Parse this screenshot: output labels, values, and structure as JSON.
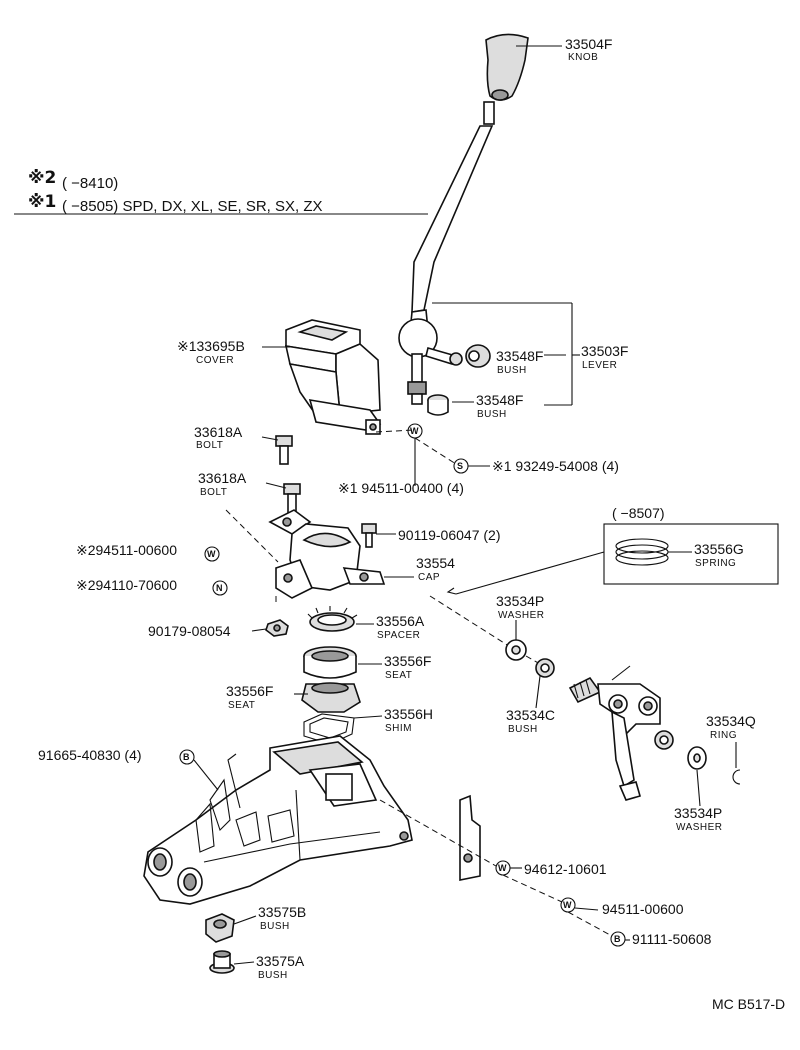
{
  "notes": {
    "note2_mark": "※2",
    "note2_range": "(        −8410)",
    "note1_mark": "※1",
    "note1_range": "(        −8505) SPD, DX, XL, SE, SR, SX, ZX"
  },
  "parts": {
    "knob": {
      "number": "33504F",
      "name": "KNOB"
    },
    "cover": {
      "number": "※133695B",
      "name": "COVER"
    },
    "bush_upper": {
      "number": "33548F",
      "name": "BUSH"
    },
    "lever": {
      "number": "33503F",
      "name": "LEVER"
    },
    "bush_lower": {
      "number": "33548F",
      "name": "BUSH"
    },
    "bolt_upper": {
      "number": "33618A",
      "name": "BOLT"
    },
    "bolt_lower": {
      "number": "33618A",
      "name": "BOLT"
    },
    "s_part": {
      "number": "※1 93249-54008 (4)",
      "symbol": "S"
    },
    "w_part_upper": {
      "number": "※1 94511-00400 (4)"
    },
    "bolt_9011906047": {
      "number": "90119-06047 (2)"
    },
    "spring_range": {
      "number": "(        −8507)"
    },
    "spring": {
      "number": "33556G",
      "name": "SPRING"
    },
    "washer_2": {
      "number": "※294511-00600",
      "symbol": "W"
    },
    "nut_2": {
      "number": "※294110-70600",
      "symbol": "N"
    },
    "cap": {
      "number": "33554",
      "name": "CAP"
    },
    "washer_p_upper": {
      "number": "33534P",
      "name": "WASHER"
    },
    "nut_9017908054": {
      "number": "90179-08054"
    },
    "spacer": {
      "number": "33556A",
      "name": "SPACER"
    },
    "seat_right": {
      "number": "33556F",
      "name": "SEAT"
    },
    "seat_left": {
      "number": "33556F",
      "name": "SEAT"
    },
    "bush_c": {
      "number": "33534C",
      "name": "BUSH"
    },
    "shim": {
      "number": "33556H",
      "name": "SHIM"
    },
    "ring": {
      "number": "33534Q",
      "name": "RING"
    },
    "bolt_9166540830": {
      "number": "91665-40830 (4)",
      "symbol": "B"
    },
    "washer_p_lower": {
      "number": "33534P",
      "name": "WASHER"
    },
    "washer_9461210601": {
      "number": "94612-10601",
      "symbol": "W"
    },
    "bush_b": {
      "number": "33575B",
      "name": "BUSH"
    },
    "washer_9451100600": {
      "number": "94511-00600",
      "symbol": "W"
    },
    "bolt_9111150608": {
      "number": "91111-50608",
      "symbol": "B"
    },
    "bush_a": {
      "number": "33575A",
      "name": "BUSH"
    }
  },
  "footer": {
    "code": "MC B517-D"
  }
}
